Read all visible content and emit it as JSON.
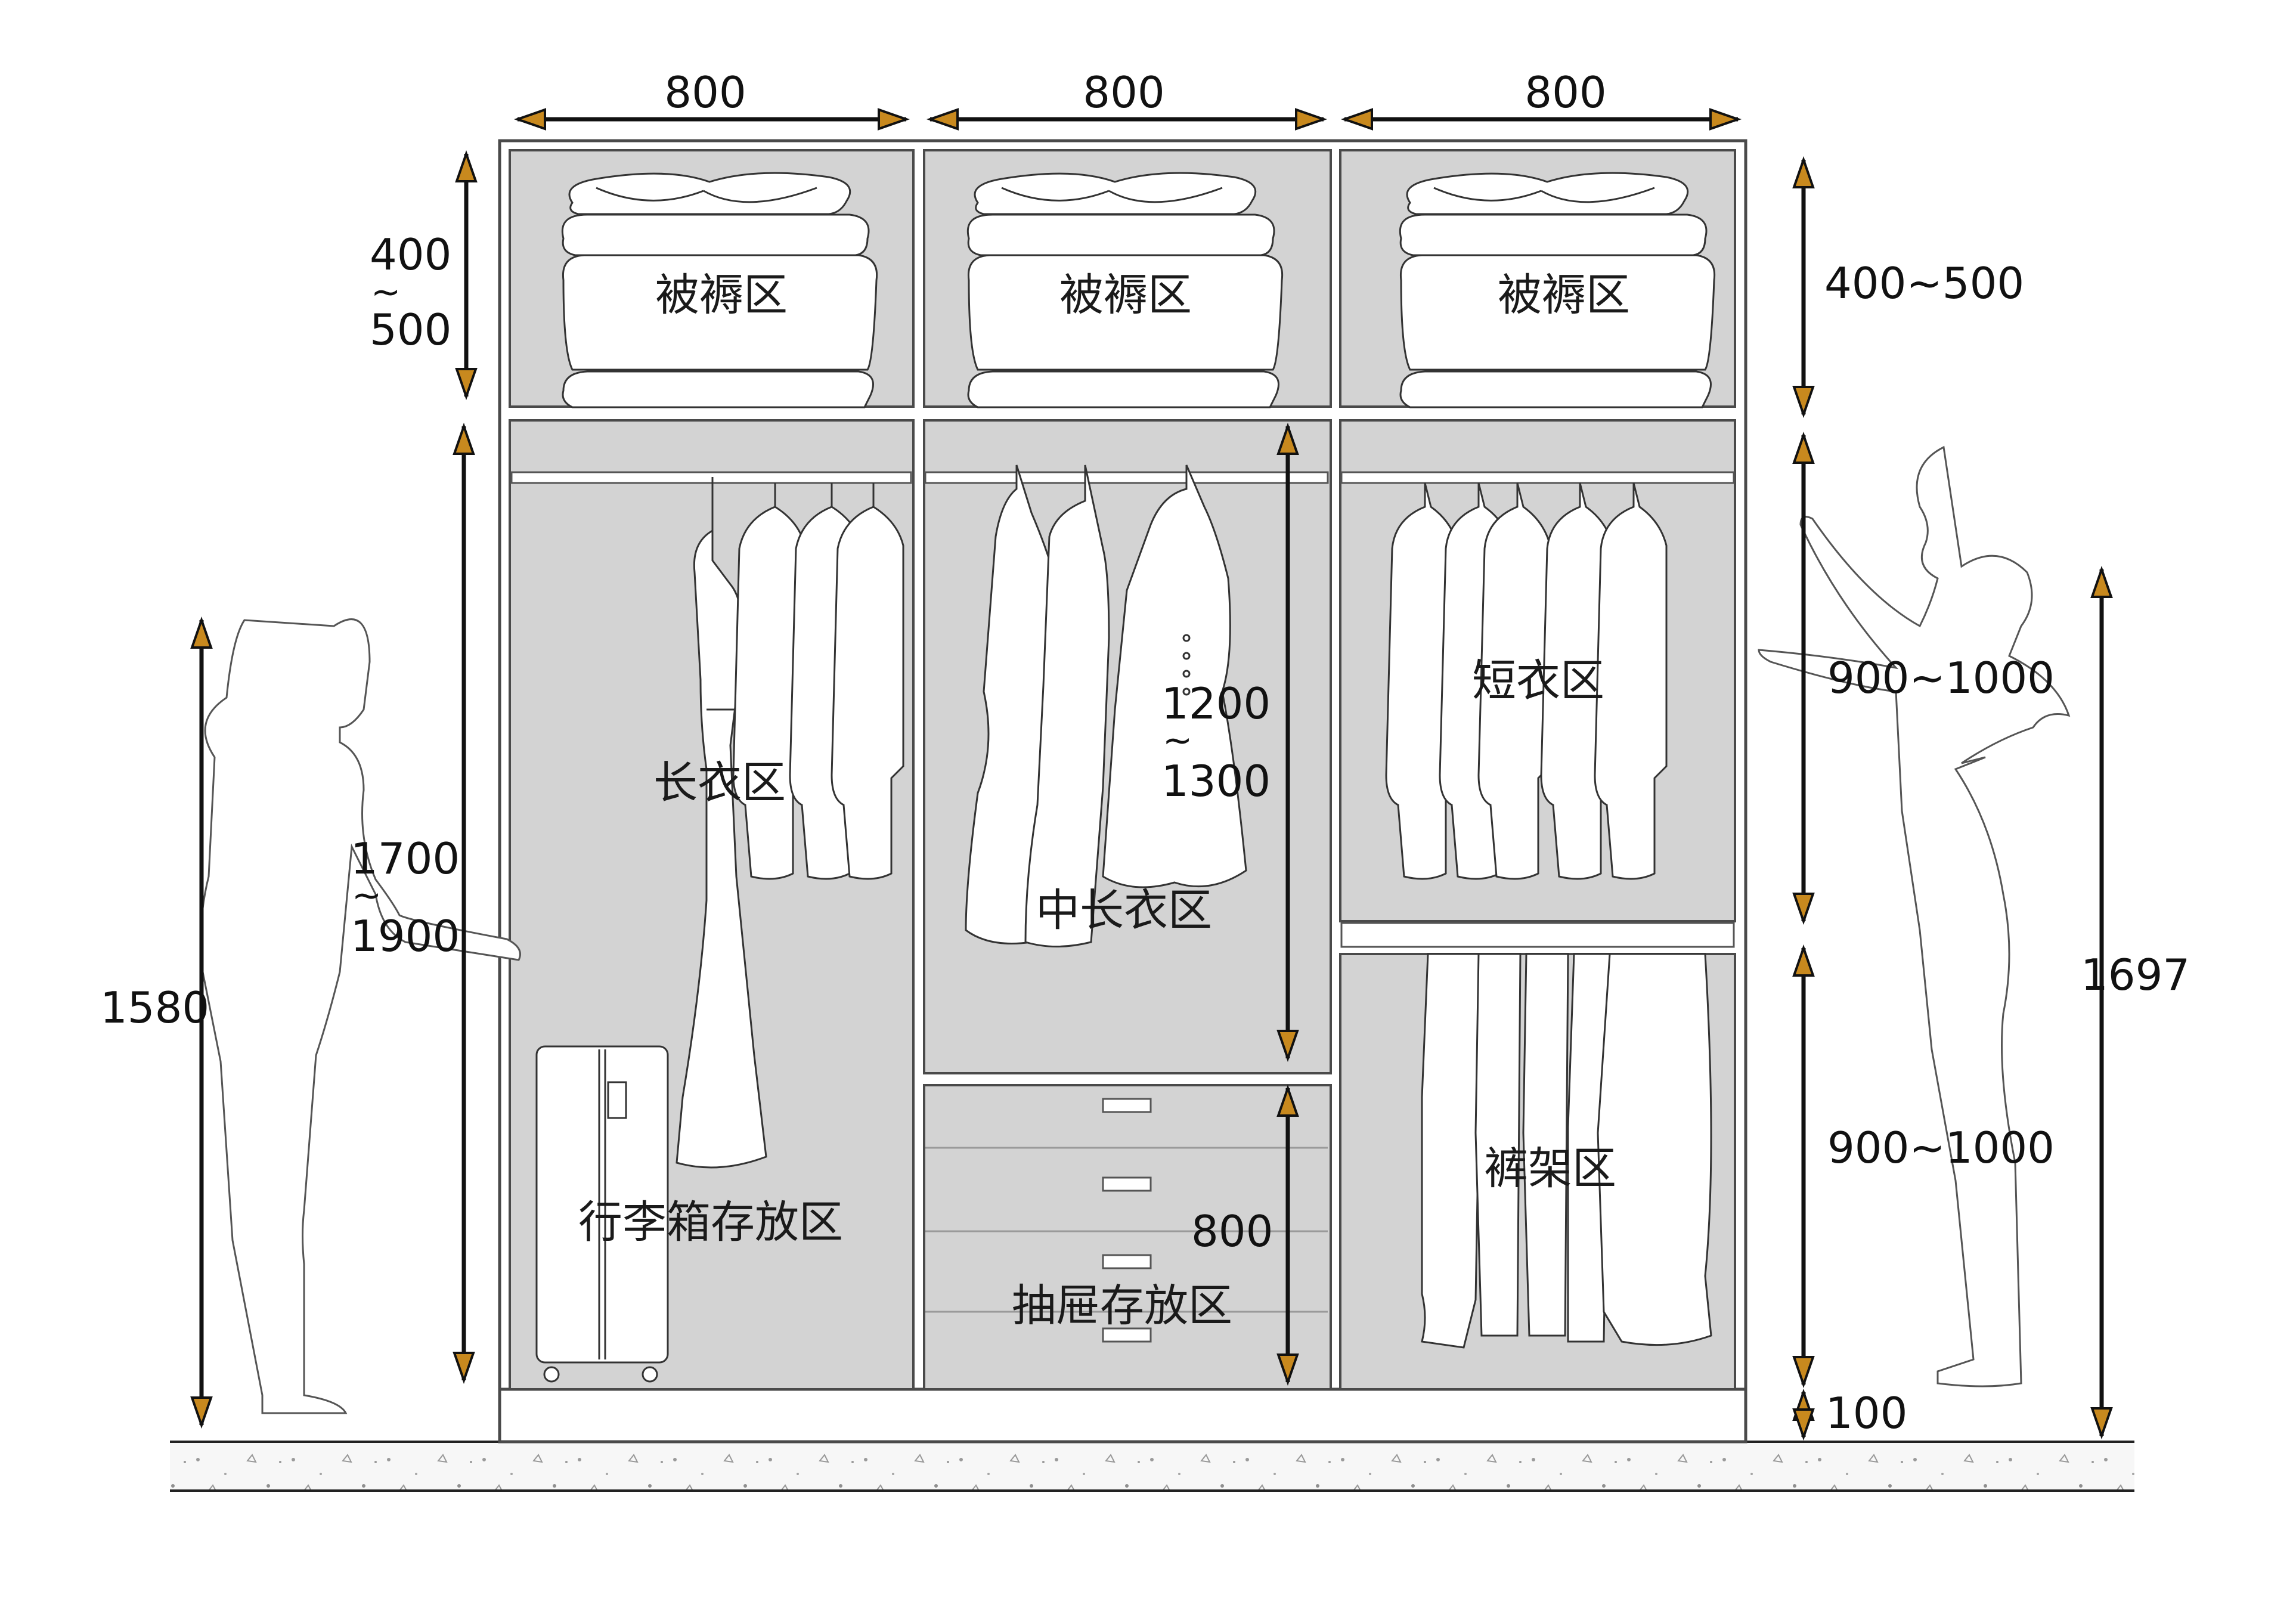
{
  "colors": {
    "panel_fill": "#d3d3d3",
    "frame_stroke": "#4a4a4a",
    "arrow_head": "#c8891e",
    "arrow_line": "#111111",
    "outline": "#333333"
  },
  "widths": {
    "left": "800",
    "middle": "800",
    "right": "800"
  },
  "zones": {
    "bedding_left": "被褥区",
    "bedding_middle": "被褥区",
    "bedding_right": "被褥区",
    "long_clothes": "长衣区",
    "mid_long_clothes": "中长衣区",
    "short_clothes": "短衣区",
    "trouser_rack": "裤架区",
    "luggage": "行李箱存放区",
    "drawers": "抽屉存放区"
  },
  "dims": {
    "top_left_a": "400",
    "top_left_tilde": "~",
    "top_left_b": "500",
    "top_right": "400~500",
    "hang_left_a": "1700",
    "hang_left_tilde": "~",
    "hang_left_b": "1900",
    "mid_hang_a": "1200",
    "mid_hang_tilde": "~",
    "mid_hang_b": "1300",
    "drawer_height": "800",
    "short_zone": "900~1000",
    "trouser_zone": "900~1000",
    "plinth": "100",
    "woman_height": "1580",
    "man_height": "1697"
  }
}
